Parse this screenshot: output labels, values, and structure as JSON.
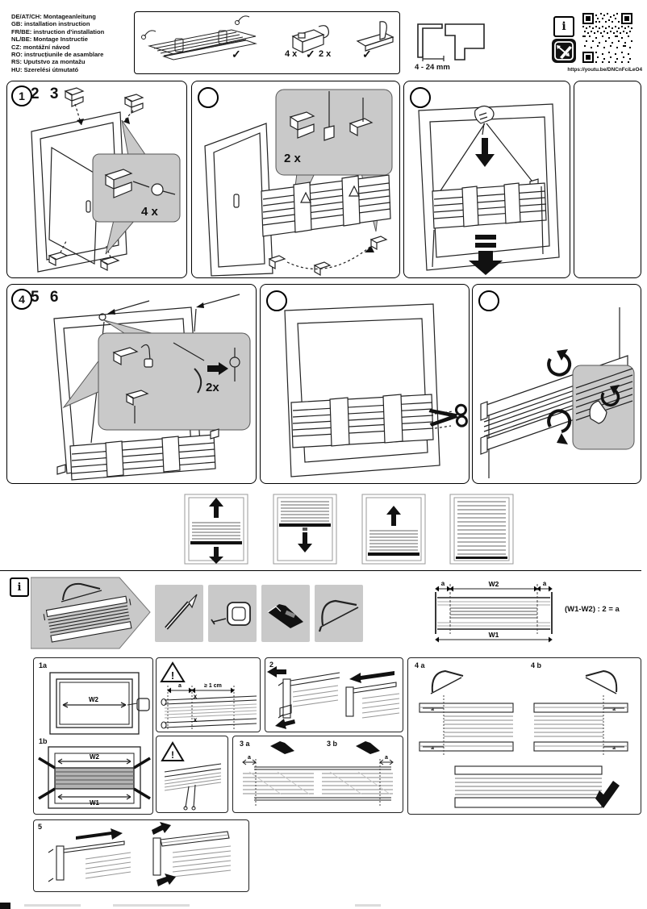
{
  "icons": {
    "check": "✓",
    "info": "i",
    "warning": "!"
  },
  "header": {
    "languages": [
      "DE/AT/CH: Montageanleitung",
      "GB: installation instruction",
      "FR/BE: instruction d'installation",
      "NL/BE: Montage Instructie",
      "CZ: montážní návod",
      "RO: instrucțiunile de asamblare",
      "RS: Uputstvo za montažu",
      "HU: Szerelési útmutató"
    ],
    "parts_qty_left": "4 x",
    "parts_qty_right": "2 x",
    "clearance_range": "4 - 24 mm",
    "video_url": "https://youtu.be/DNCnFciLeO4"
  },
  "steps": {
    "s123": {
      "circled": "1",
      "rest": "2 3",
      "inset_qty": "4 x"
    },
    "s2_inset_qty": "2 x",
    "s456": {
      "circled": "4",
      "rest": "5 6",
      "inset_qty": "2x"
    }
  },
  "shortening": {
    "formula": "(W1-W2) : 2 = a",
    "dim_a": "a",
    "dim_w1": "W1",
    "dim_w2": "W2",
    "min_gap": "≥ 1 cm",
    "cut_mark": "x",
    "labels": {
      "s1a": "1a",
      "s1b": "1b",
      "s2": "2",
      "s3a": "3 a",
      "s3b": "3 b",
      "s4a": "4 a",
      "s4b": "4 b",
      "s5": "5"
    }
  }
}
